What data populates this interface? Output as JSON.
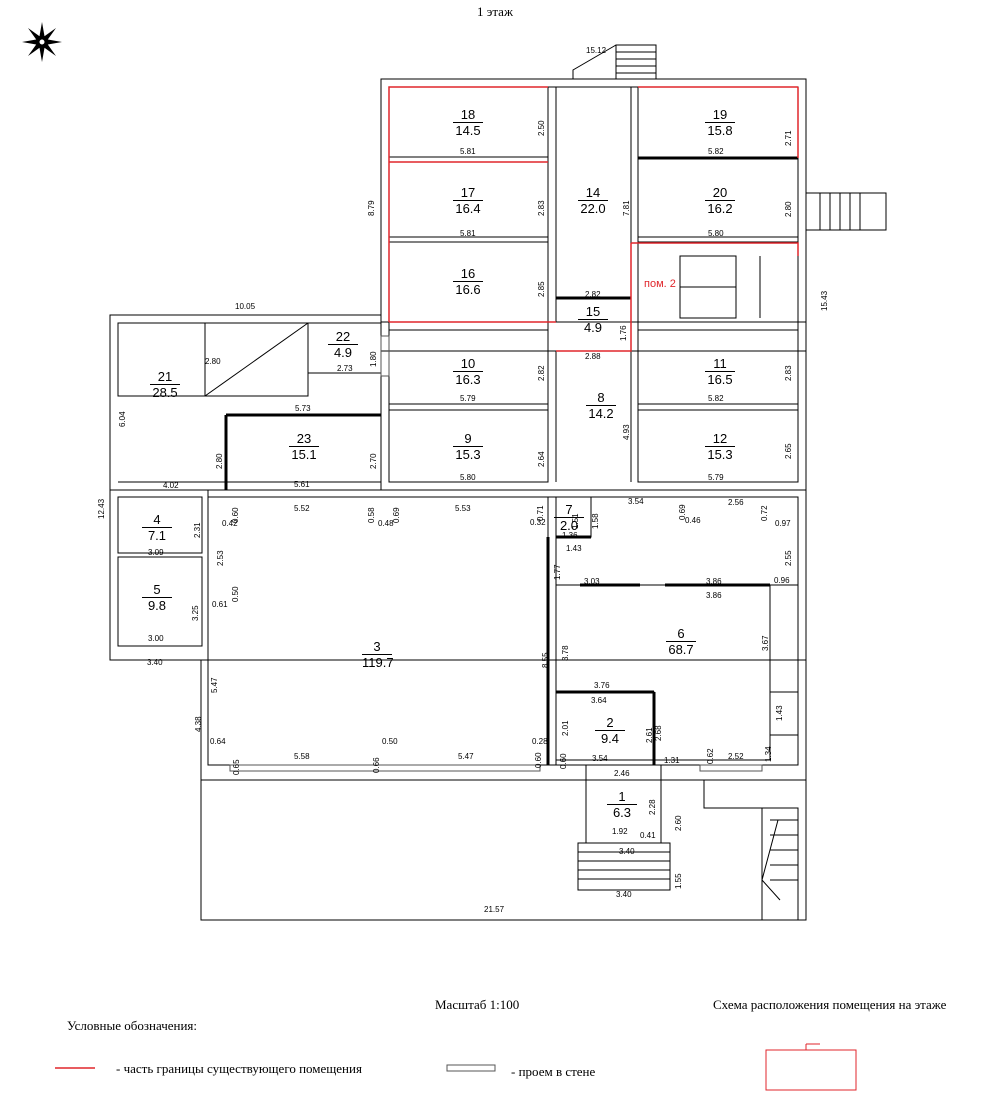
{
  "header": {
    "floor_title": "1 этаж"
  },
  "footer": {
    "scale": "Масштаб 1:100",
    "scheme_title": "Схема расположения помещения на этаже",
    "legend_title": "Условные обозначения:",
    "legend_red": "- часть границы существующего помещения",
    "legend_opening": "- проем в стене"
  },
  "colors": {
    "wall": "#000000",
    "boundary": "#e0262b",
    "opening": "#555555"
  },
  "annotations": {
    "pom2": "пом. 2"
  },
  "rooms": [
    {
      "num": "18",
      "area": "14.5"
    },
    {
      "num": "19",
      "area": "15.8"
    },
    {
      "num": "17",
      "area": "16.4"
    },
    {
      "num": "14",
      "area": "22.0"
    },
    {
      "num": "20",
      "area": "16.2"
    },
    {
      "num": "16",
      "area": "16.6"
    },
    {
      "num": "15",
      "area": "4.9"
    },
    {
      "num": "22",
      "area": "4.9"
    },
    {
      "num": "21",
      "area": "28.5"
    },
    {
      "num": "10",
      "area": "16.3"
    },
    {
      "num": "11",
      "area": "16.5"
    },
    {
      "num": "8",
      "area": "14.2"
    },
    {
      "num": "23",
      "area": "15.1"
    },
    {
      "num": "9",
      "area": "15.3"
    },
    {
      "num": "12",
      "area": "15.3"
    },
    {
      "num": "4",
      "area": "7.1"
    },
    {
      "num": "7",
      "area": "2.0"
    },
    {
      "num": "5",
      "area": "9.8"
    },
    {
      "num": "3",
      "area": "119.7"
    },
    {
      "num": "6",
      "area": "68.7"
    },
    {
      "num": "2",
      "area": "9.4"
    },
    {
      "num": "1",
      "area": "6.3"
    }
  ],
  "dims": [
    "15.12",
    "2.50",
    "5.81",
    "2.71",
    "5.82",
    "8.79",
    "2.83",
    "7.81",
    "2.80",
    "5.80",
    "5.81",
    "2.85",
    "15.43",
    "2.82",
    "1.76",
    "10.05",
    "1.80",
    "2.73",
    "2.80",
    "2.88",
    "2.82",
    "5.79",
    "2.83",
    "5.82",
    "6.04",
    "5.73",
    "4.93",
    "2.80",
    "2.70",
    "2.64",
    "2.65",
    "5.80",
    "5.79",
    "12.43",
    "4.02",
    "5.61",
    "0.60",
    "5.52",
    "0.58",
    "0.69",
    "5.53",
    "0.71",
    "3.54",
    "0.69",
    "2.56",
    "0.72",
    "2.31",
    "0.42",
    "0.48",
    "0.32",
    "1.51",
    "1.58",
    "0.46",
    "0.97",
    "3.09",
    "1.36",
    "1.43",
    "2.53",
    "2.55",
    "1.77",
    "3.03",
    "3.86",
    "0.96",
    "0.50",
    "3.86",
    "3.25",
    "0.61",
    "3.78",
    "3.67",
    "8.55",
    "3.00",
    "3.40",
    "5.47",
    "3.76",
    "3.64",
    "1.43",
    "4.38",
    "2.01",
    "2.61",
    "2.68",
    "0.64",
    "0.50",
    "0.28",
    "1.34",
    "0.65",
    "5.58",
    "0.66",
    "5.47",
    "0.60",
    "0.60",
    "3.54",
    "1.31",
    "0.62",
    "2.52",
    "2.46",
    "2.28",
    "2.60",
    "1.92",
    "0.41",
    "3.40",
    "1.55",
    "3.40",
    "21.57"
  ]
}
